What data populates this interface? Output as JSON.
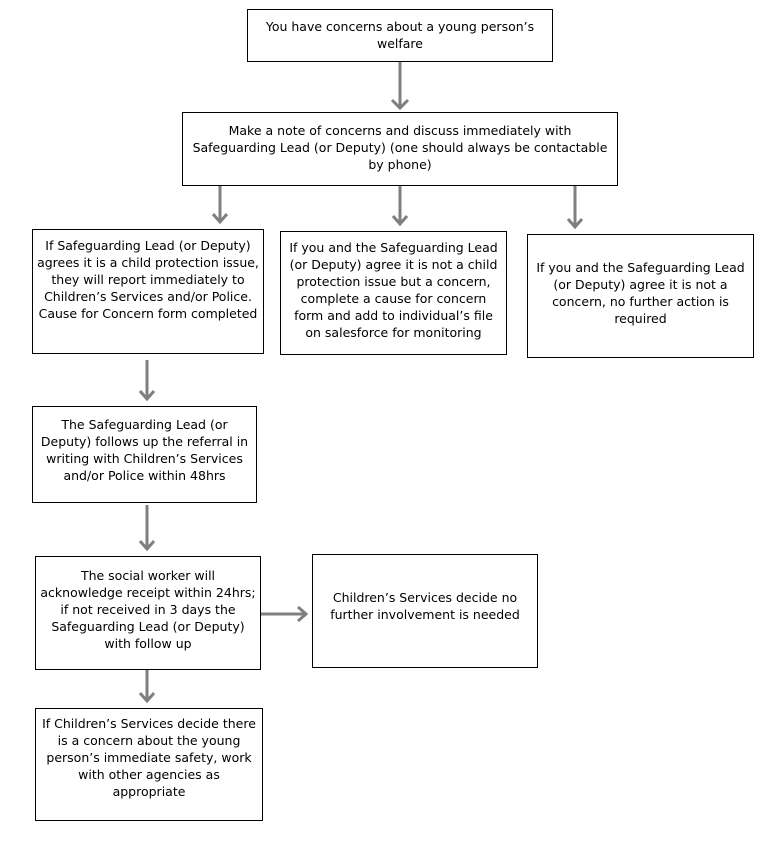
{
  "flowchart": {
    "start": "You have concerns about a young person’s welfare",
    "note_concerns": "Make a note of concerns and discuss immediately with Safeguarding Lead (or Deputy) (one should always be contactable by phone)",
    "branch_child_protection": "If Safeguarding Lead (or Deputy) agrees it is a child protection issue, they will report immediately to Children’s Services and/or Police. Cause for Concern form completed",
    "branch_concern": "If you and the Safeguarding Lead (or Deputy) agree it is not a child protection issue but a concern, complete a cause for concern form and add to individual’s file on salesforce for monitoring",
    "branch_no_concern": "If you and the Safeguarding Lead (or Deputy) agree it is not a concern, no further action is required",
    "follow_up_referral": "The Safeguarding Lead (or Deputy) follows up the referral in writing with Children’s Services and/or Police within 48hrs",
    "social_worker": "The social worker will acknowledge receipt within 24hrs; if not received in 3 days the Safeguarding Lead (or Deputy) with follow up",
    "no_further_involvement": "Children’s Services decide no further involvement is needed",
    "immediate_safety": "If Children’s Services decide there is a concern about the young person’s immediate safety, work with other agencies as appropriate"
  },
  "colors": {
    "arrow": "#7f7f7f",
    "border": "#000000"
  }
}
